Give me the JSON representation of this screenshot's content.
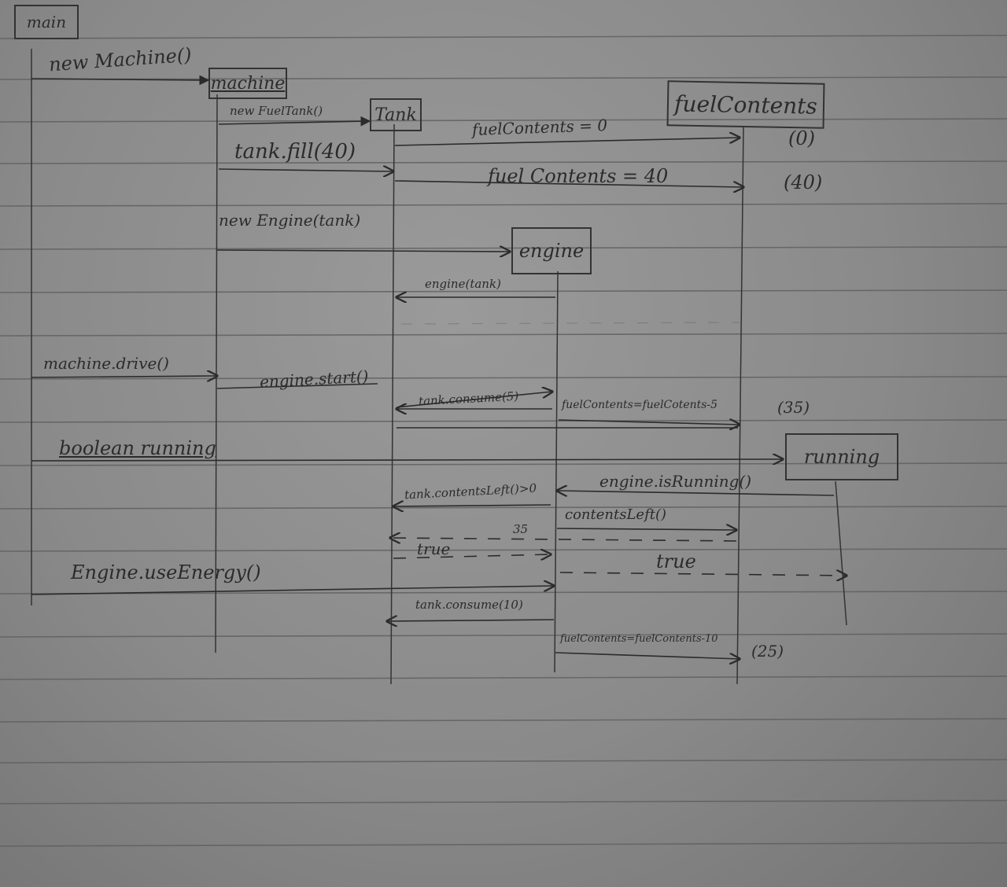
{
  "diagram": {
    "objects": {
      "main": "main",
      "machine": "machine",
      "tank": "Tank",
      "fuel_contents": "fuelContents",
      "engine": "engine",
      "running": "running"
    },
    "messages": {
      "new_machine": "new Machine()",
      "new_fuel_tank": "new FuelTank()",
      "tank_fill": "tank.fill(40)",
      "fuel_contents_0": "fuelContents = 0",
      "fuel_contents_40": "fuel Contents = 40",
      "new_engine": "new Engine(tank)",
      "engine_tank": "engine(tank)",
      "machine_drive": "machine.drive()",
      "engine_start": "engine.start()",
      "tank_consume_5": "tank.consume(5)",
      "fuel_contents_minus_5": "fuelContents=fuelCotents-5",
      "boolean_running": "boolean running",
      "tank_contents_left": "tank.contentsLeft()>0",
      "engine_is_running": "engine.isRunning()",
      "contents_left": "contentsLeft()",
      "return_35": "35",
      "true_1": "true",
      "true_2": "true",
      "engine_use_energy": "Engine.useEnergy()",
      "tank_consume_10": "tank.consume(10)",
      "fuel_contents_minus_10": "fuelContents=fuelContents-10"
    },
    "values": {
      "v0": "(0)",
      "v40": "(40)",
      "v35": "(35)",
      "v25": "(25)"
    }
  }
}
